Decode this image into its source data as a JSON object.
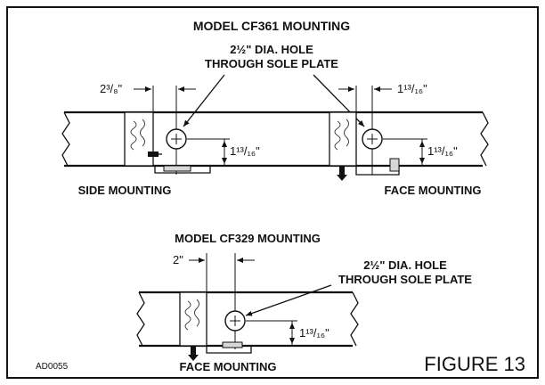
{
  "top": {
    "title": "MODEL CF361 MOUNTING",
    "hole_line1": "2½\" DIA. HOLE",
    "hole_line2": "THROUGH SOLE PLATE",
    "left_offset": "2³/₈\"",
    "right_offset": "1¹³/₁₆\"",
    "left_height": "1¹³/₁₆\"",
    "right_height": "1¹³/₁₆\"",
    "left_caption": "SIDE MOUNTING",
    "right_caption": "FACE MOUNTING"
  },
  "bottom": {
    "title": "MODEL  CF329 MOUNTING",
    "offset": "2\"",
    "hole_line1": "2½\" DIA. HOLE",
    "hole_line2": "THROUGH SOLE PLATE",
    "height": "1¹³/₁₆\"",
    "caption": "FACE MOUNTING"
  },
  "footer": {
    "code": "AD0055",
    "figure": "FIGURE 13"
  }
}
